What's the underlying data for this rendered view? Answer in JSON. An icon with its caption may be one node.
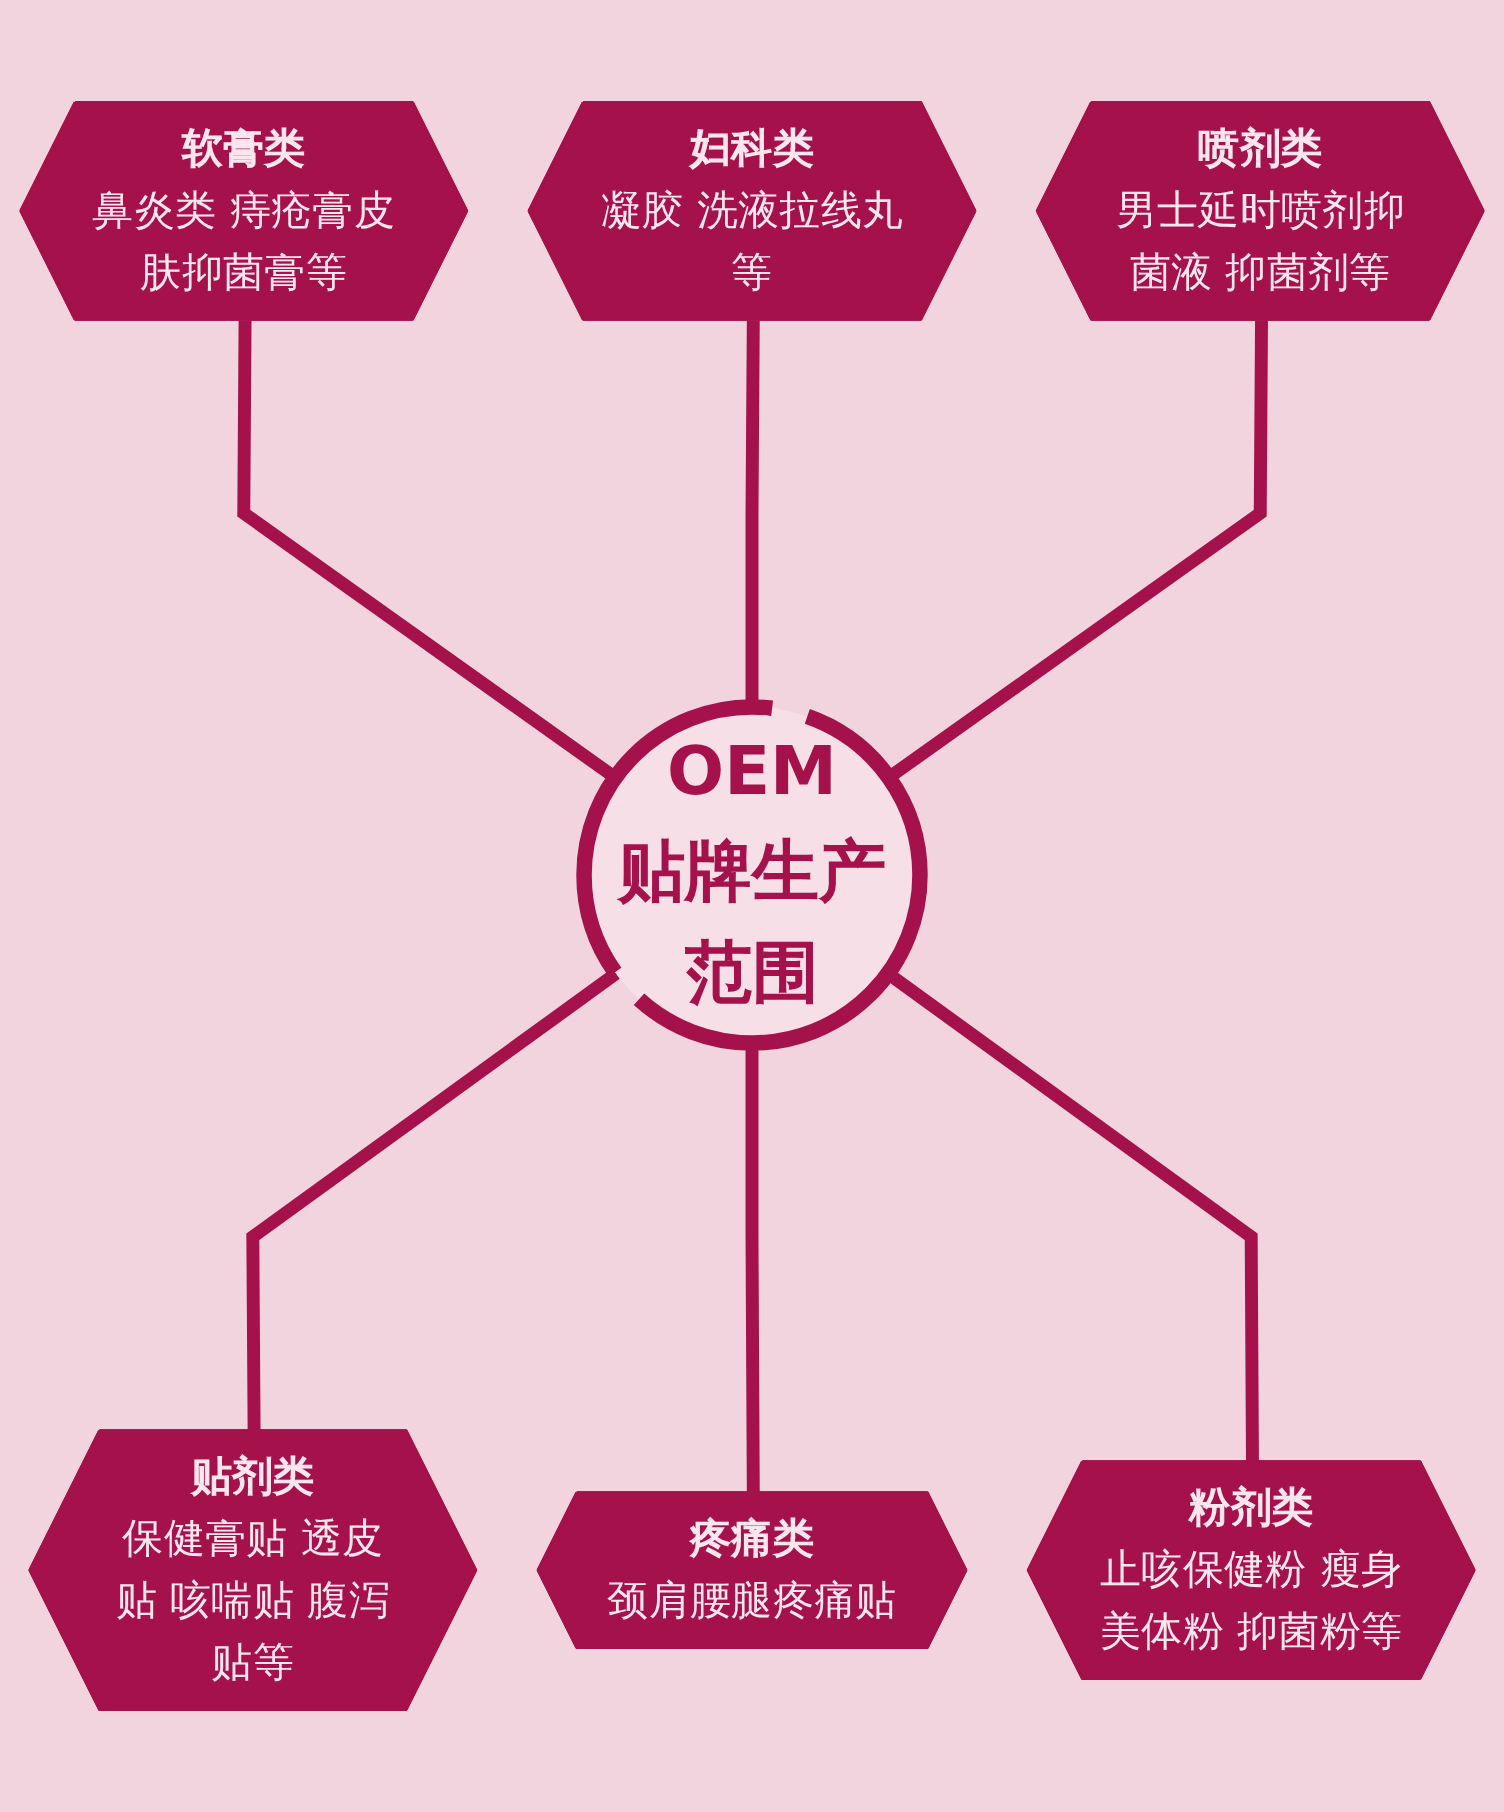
{
  "diagram": {
    "nodes": [
      {
        "text": [
          "软膏类",
          "鼻炎类 痔疮膏皮肤抑菌膏等"
        ]
      },
      {
        "text": [
          "妇科类",
          "凝胶 洗液拉线丸等"
        ]
      },
      {
        "text": [
          "喷剂类",
          "男士延时喷剂抑菌液 抑菌剂等"
        ]
      },
      {
        "text": [
          "OEM",
          "贴牌生产范围"
        ]
      },
      {
        "text": [
          "贴剂类",
          "保健膏贴 透皮贴 咳喘贴 腹泻贴等"
        ]
      },
      {
        "text": [
          "疼痛类",
          "颈肩腰腿疼痛贴"
        ]
      },
      {
        "text": [
          "粉剂类",
          "止咳保健粉 瘦身美体粉 抑菌粉等"
        ]
      }
    ],
    "edges": [
      {
        "from": 0,
        "to": 3,
        "arrow": "none"
      },
      {
        "from": 1,
        "to": 3,
        "arrow": "none"
      },
      {
        "from": 2,
        "to": 3,
        "arrow": "none"
      },
      {
        "from": 3,
        "to": 4,
        "arrow": "none"
      },
      {
        "from": 3,
        "to": 5,
        "arrow": "none"
      },
      {
        "from": 3,
        "to": 6,
        "arrow": "none"
      }
    ]
  }
}
